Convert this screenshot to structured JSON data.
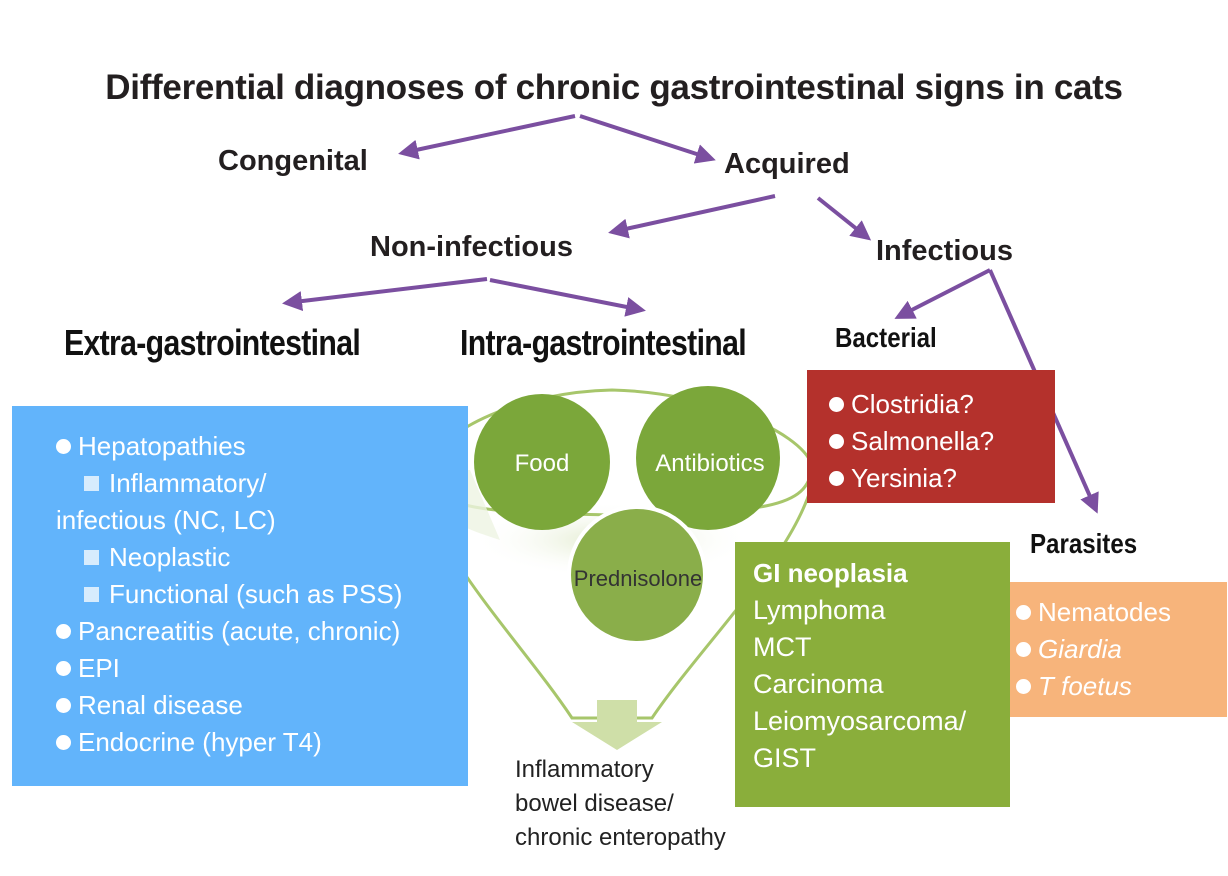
{
  "title": "Differential diagnoses of chronic gastrointestinal signs in cats",
  "tree": {
    "congenital": "Congenital",
    "acquired": "Acquired",
    "non_infectious": "Non-infectious",
    "infectious": "Infectious",
    "extra_gi": "Extra-gastrointestinal",
    "intra_gi": "Intra-gastrointestinal",
    "bacterial": "Bacterial",
    "parasites": "Parasites"
  },
  "extra_gi_box": {
    "items": [
      {
        "text": "Hepatopathies",
        "bullet": "dot"
      },
      {
        "text": "Inflammatory/",
        "bullet": "square"
      },
      {
        "text": "infectious (NC, LC)",
        "bullet": "none"
      },
      {
        "text": "Neoplastic",
        "bullet": "square"
      },
      {
        "text": "Functional (such as PSS)",
        "bullet": "square"
      },
      {
        "text": "Pancreatitis (acute, chronic)",
        "bullet": "dot"
      },
      {
        "text": "EPI",
        "bullet": "dot"
      },
      {
        "text": "Renal disease",
        "bullet": "dot"
      },
      {
        "text": "Endocrine (hyper T4)",
        "bullet": "dot"
      }
    ]
  },
  "funnel": {
    "food": "Food",
    "antibiotics": "Antibiotics",
    "prednisolone": "Prednisolone",
    "result_lines": [
      "Inflammatory",
      "bowel disease/",
      "chronic enteropathy"
    ]
  },
  "bacterial_box": {
    "items": [
      "Clostridia?",
      "Salmonella?",
      "Yersinia?"
    ]
  },
  "neoplasia_box": {
    "title": "GI neoplasia",
    "items": [
      "Lymphoma",
      "MCT",
      "Carcinoma",
      "Leiomyosarcoma/",
      "GIST"
    ]
  },
  "parasites_box": {
    "items": [
      "Nematodes",
      "Giardia",
      "T foetus"
    ]
  },
  "colors": {
    "arrow": "#7b4fa0",
    "blue_box": "#62b4fb",
    "red_box": "#b4312c",
    "green_box": "#8aae3b",
    "orange_box": "#f7b47b",
    "circle": "#7ba73a"
  }
}
